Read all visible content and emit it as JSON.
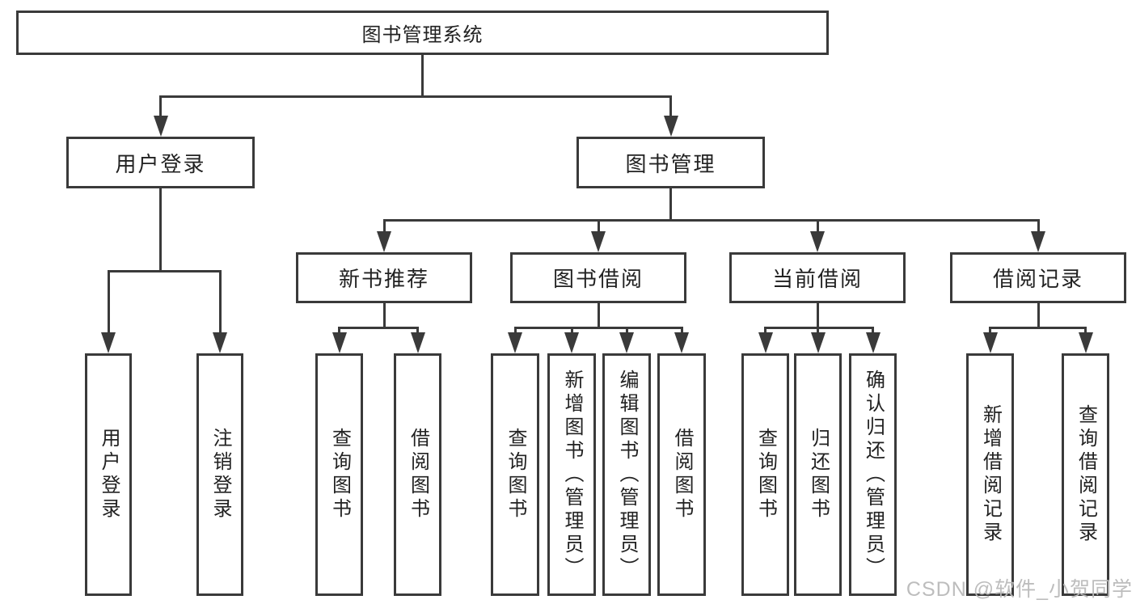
{
  "colors": {
    "line": "#3a3a3a",
    "text": "#222222",
    "background": "#ffffff",
    "watermark": "#b9b9b9"
  },
  "diagram": {
    "root": {
      "label": "图书管理系统"
    },
    "branches": [
      {
        "label": "用户登录",
        "children": [
          {
            "label": "用户登录"
          },
          {
            "label": "注销登录"
          }
        ]
      },
      {
        "label": "图书管理",
        "children": [
          {
            "label": "新书推荐",
            "children": [
              {
                "label": "查询图书"
              },
              {
                "label": "借阅图书"
              }
            ]
          },
          {
            "label": "图书借阅",
            "children": [
              {
                "label": "查询图书"
              },
              {
                "label": "新增图书（管理员）"
              },
              {
                "label": "编辑图书（管理员）"
              },
              {
                "label": "借阅图书"
              }
            ]
          },
          {
            "label": "当前借阅",
            "children": [
              {
                "label": "查询图书"
              },
              {
                "label": "归还图书"
              },
              {
                "label": "确认归还（管理员）"
              }
            ]
          },
          {
            "label": "借阅记录",
            "children": [
              {
                "label": "新增借阅记录"
              },
              {
                "label": "查询借阅记录"
              }
            ]
          }
        ]
      }
    ]
  },
  "watermark": {
    "text": "CSDN @软件_小贺同学"
  }
}
